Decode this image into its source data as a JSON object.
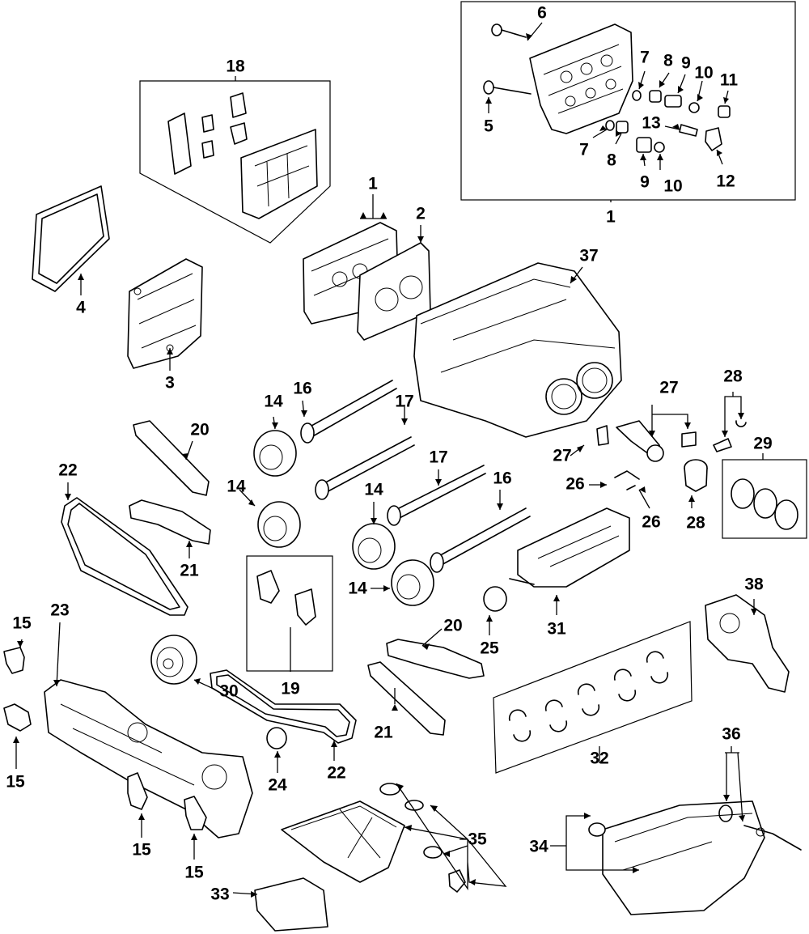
{
  "callouts": [
    {
      "id": "c1a",
      "text": "1"
    },
    {
      "id": "c1b",
      "text": "1"
    },
    {
      "id": "c2",
      "text": "2"
    },
    {
      "id": "c3",
      "text": "3"
    },
    {
      "id": "c4",
      "text": "4"
    },
    {
      "id": "c5",
      "text": "5"
    },
    {
      "id": "c6",
      "text": "6"
    },
    {
      "id": "c7a",
      "text": "7"
    },
    {
      "id": "c7b",
      "text": "7"
    },
    {
      "id": "c8a",
      "text": "8"
    },
    {
      "id": "c8b",
      "text": "8"
    },
    {
      "id": "c9a",
      "text": "9"
    },
    {
      "id": "c9b",
      "text": "9"
    },
    {
      "id": "c10a",
      "text": "10"
    },
    {
      "id": "c10b",
      "text": "10"
    },
    {
      "id": "c11",
      "text": "11"
    },
    {
      "id": "c12",
      "text": "12"
    },
    {
      "id": "c13",
      "text": "13"
    },
    {
      "id": "c14a",
      "text": "14"
    },
    {
      "id": "c14b",
      "text": "14"
    },
    {
      "id": "c14c",
      "text": "14"
    },
    {
      "id": "c14d",
      "text": "14"
    },
    {
      "id": "c15a",
      "text": "15"
    },
    {
      "id": "c15b",
      "text": "15"
    },
    {
      "id": "c15c",
      "text": "15"
    },
    {
      "id": "c15d",
      "text": "15"
    },
    {
      "id": "c16a",
      "text": "16"
    },
    {
      "id": "c16b",
      "text": "16"
    },
    {
      "id": "c17a",
      "text": "17"
    },
    {
      "id": "c17b",
      "text": "17"
    },
    {
      "id": "c18",
      "text": "18"
    },
    {
      "id": "c19",
      "text": "19"
    },
    {
      "id": "c20a",
      "text": "20"
    },
    {
      "id": "c20b",
      "text": "20"
    },
    {
      "id": "c21a",
      "text": "21"
    },
    {
      "id": "c21b",
      "text": "21"
    },
    {
      "id": "c22a",
      "text": "22"
    },
    {
      "id": "c22b",
      "text": "22"
    },
    {
      "id": "c23",
      "text": "23"
    },
    {
      "id": "c24",
      "text": "24"
    },
    {
      "id": "c25",
      "text": "25"
    },
    {
      "id": "c26a",
      "text": "26"
    },
    {
      "id": "c26b",
      "text": "26"
    },
    {
      "id": "c27a",
      "text": "27"
    },
    {
      "id": "c27b",
      "text": "27"
    },
    {
      "id": "c28a",
      "text": "28"
    },
    {
      "id": "c28b",
      "text": "28"
    },
    {
      "id": "c29",
      "text": "29"
    },
    {
      "id": "c30",
      "text": "30"
    },
    {
      "id": "c31",
      "text": "31"
    },
    {
      "id": "c32",
      "text": "32"
    },
    {
      "id": "c33",
      "text": "33"
    },
    {
      "id": "c34",
      "text": "34"
    },
    {
      "id": "c35",
      "text": "35"
    },
    {
      "id": "c36",
      "text": "36"
    },
    {
      "id": "c37",
      "text": "37"
    },
    {
      "id": "c38",
      "text": "38"
    }
  ]
}
